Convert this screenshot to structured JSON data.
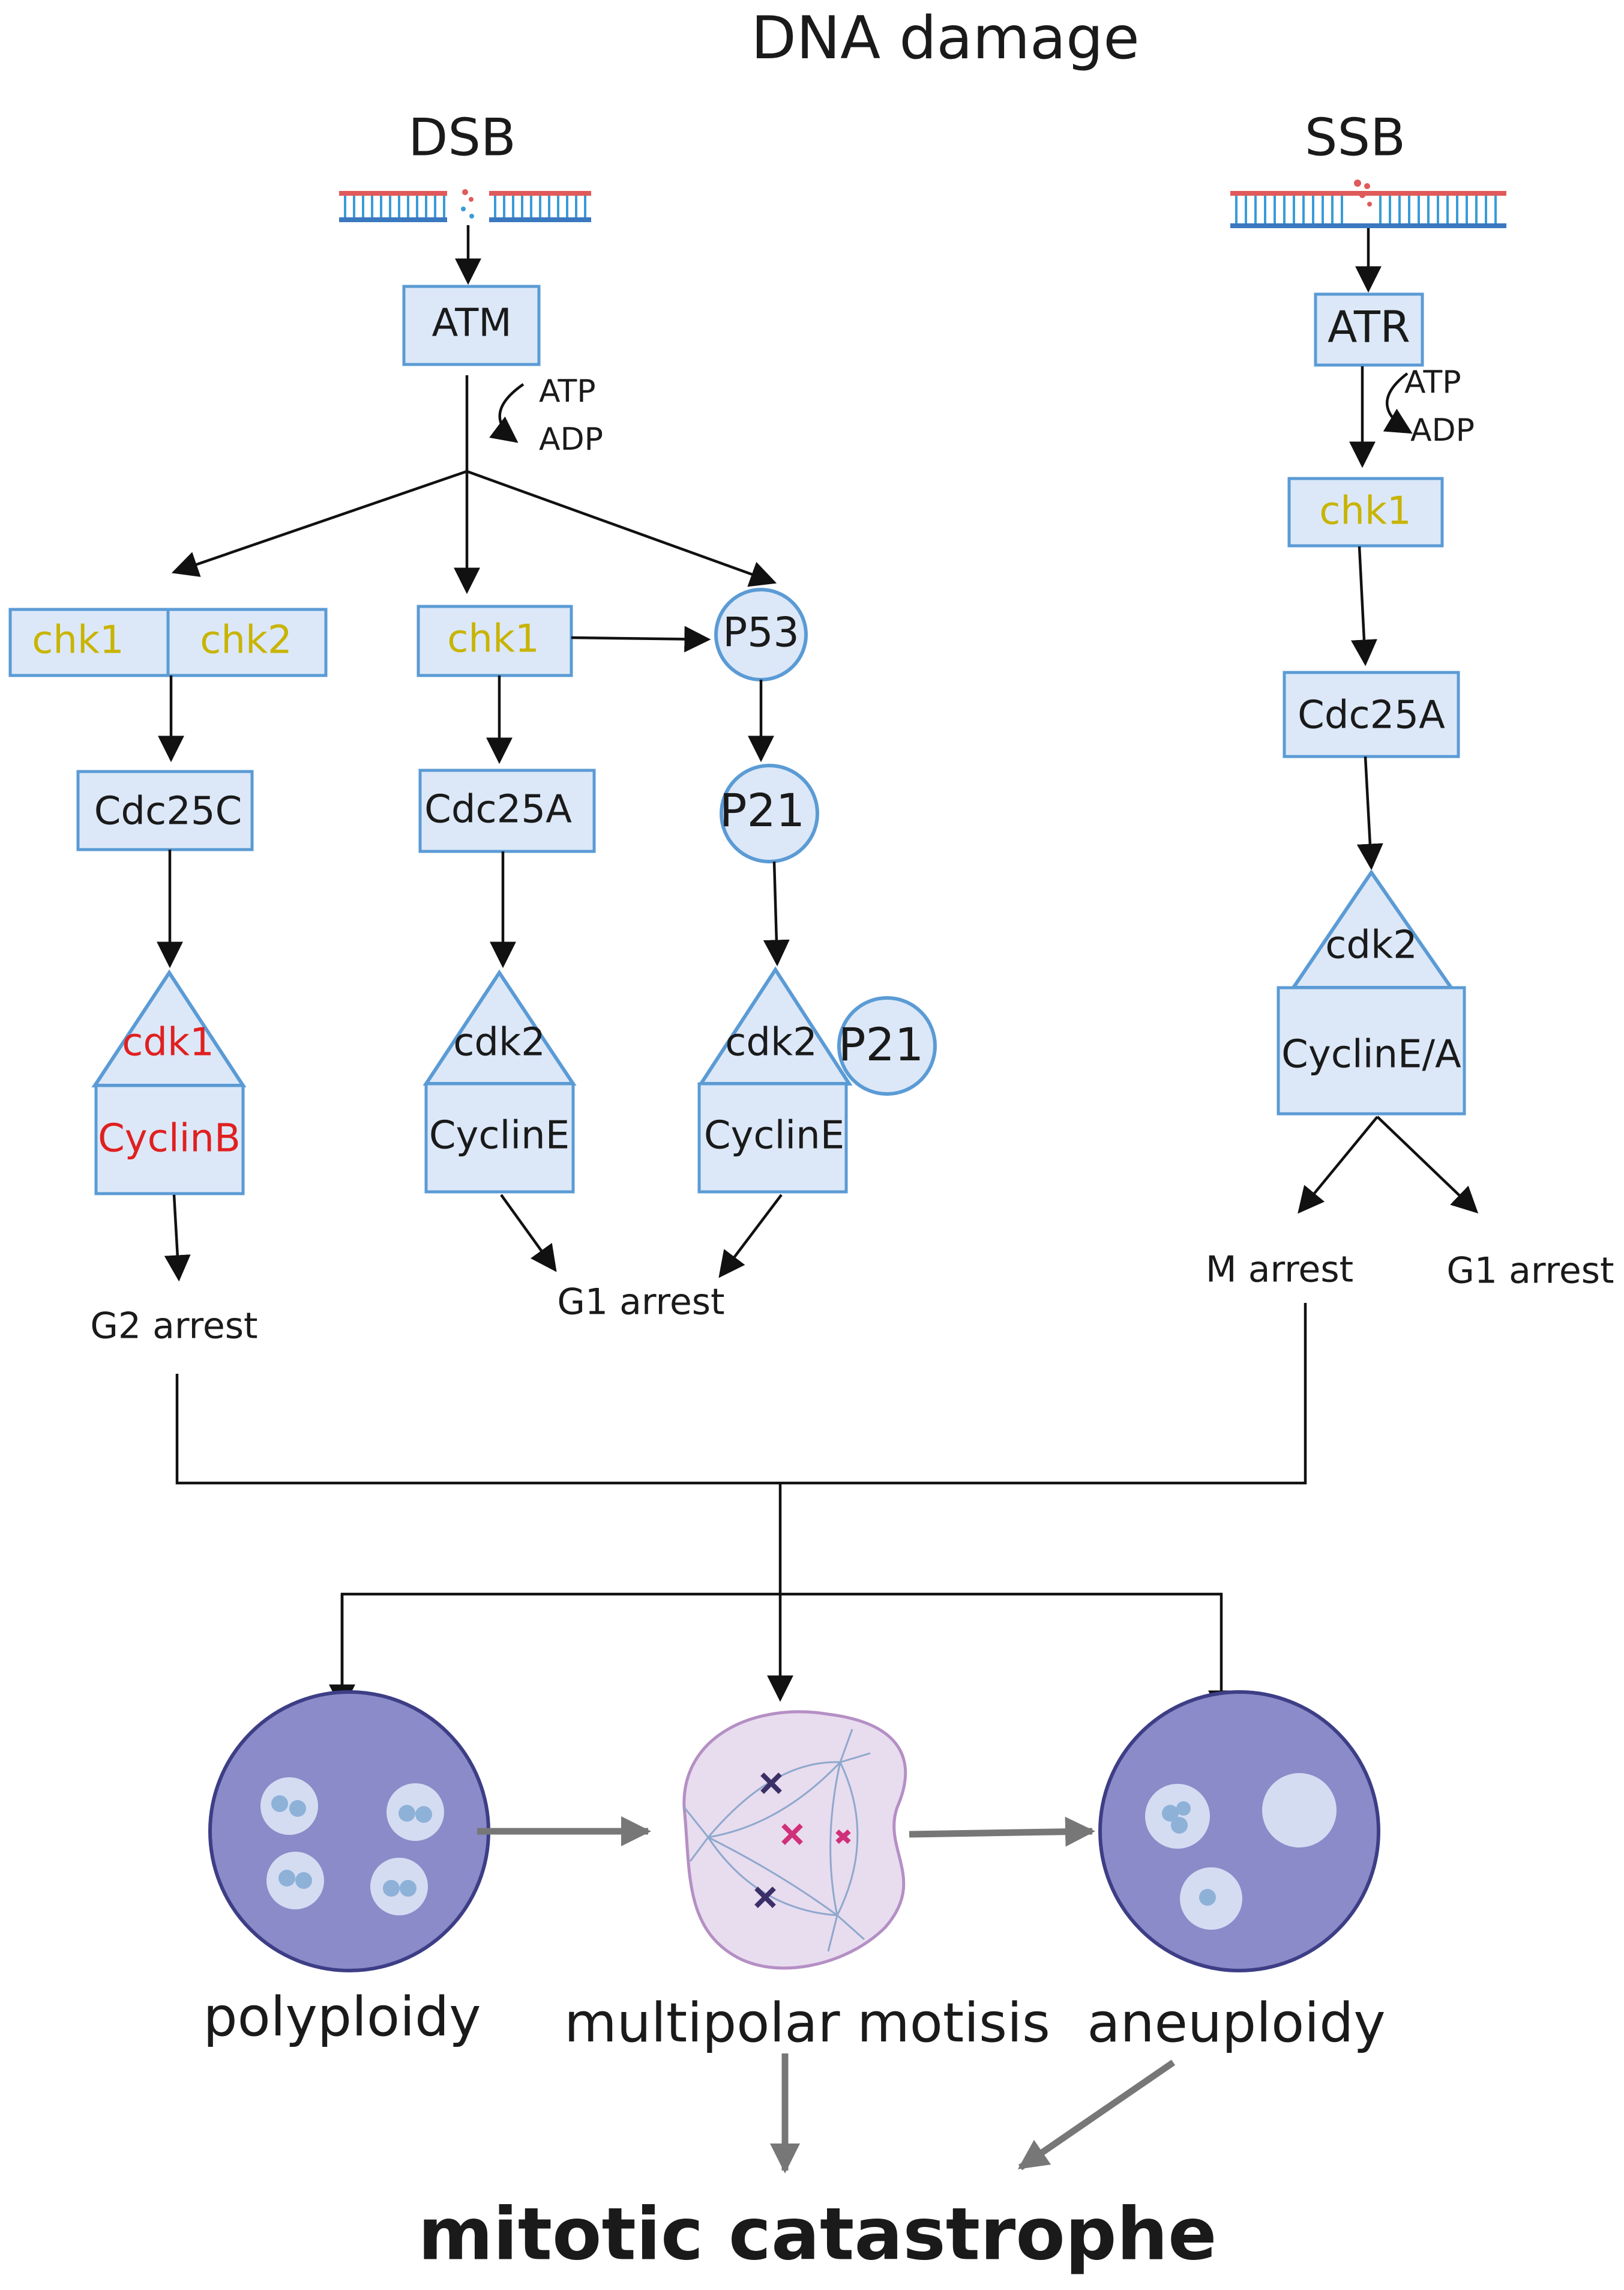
{
  "title": "DNA damage",
  "colors": {
    "box_fill": "#dce8f8",
    "box_stroke": "#5b9bd5",
    "kinase_text": "#c8b400",
    "highlight_text": "#e02020",
    "cell_fill": "#8a8bc8",
    "nucleus_fill": "#d4dcf2",
    "mitosis_fill": "#e8dcef"
  },
  "branches": {
    "dsb": {
      "label": "DSB",
      "atm": "ATM",
      "atp": "ATP",
      "adp": "ADP",
      "left": {
        "chk1": "chk1",
        "chk2": "chk2",
        "cdc": "Cdc25C",
        "cdk": "cdk1",
        "cyclin": "CyclinB",
        "outcome": "G2 arrest"
      },
      "middle": {
        "chk1": "chk1",
        "cdc": "Cdc25A",
        "cdk": "cdk2",
        "cyclin": "CyclinE"
      },
      "right": {
        "p53": "P53",
        "p21": "P21",
        "cdk": "cdk2",
        "p21_bound": "P21",
        "cyclin": "CyclinE"
      },
      "g1_outcome": "G1 arrest"
    },
    "ssb": {
      "label": "SSB",
      "atr": "ATR",
      "atp": "ATP",
      "adp": "ADP",
      "chk1": "chk1",
      "cdc": "Cdc25A",
      "cdk": "cdk2",
      "cyclin": "CyclinE/A",
      "outcome_m": "M arrest",
      "outcome_g1": "G1 arrest"
    }
  },
  "outcomes": {
    "polyploidy": "polyploidy",
    "multipolar": "multipolar motisis",
    "aneuploidy": "aneuploidy"
  },
  "final": "mitotic catastrophe"
}
